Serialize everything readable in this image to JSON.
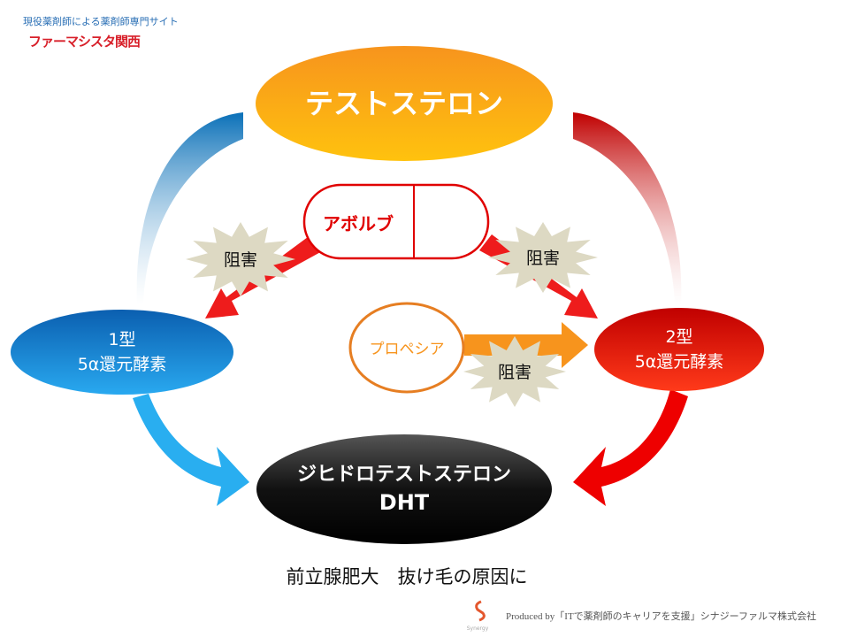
{
  "header": {
    "tagline": "現役薬剤師による薬剤師専門サイト",
    "logo": "ファーマシスタ関西"
  },
  "nodes": {
    "testosterone": "テストステロン",
    "avolve": "アボルブ",
    "type1_line1": "1型",
    "type1_line2": "5α還元酵素",
    "type2_line1": "2型",
    "type2_line2": "5α還元酵素",
    "propecia": "プロペシア",
    "dht_line1": "ジヒドロテストステロン",
    "dht_line2": "DHT"
  },
  "inhibit_labels": [
    "阻害",
    "阻害",
    "阻害"
  ],
  "caption": "前立腺肥大　抜け毛の原因に",
  "footer": {
    "text": "Produced by「ITで薬剤師のキャリアを支援」シナジーファルマ株式会社",
    "logo": "Synergy Pharma"
  },
  "colors": {
    "orange": "#f7941d",
    "red": "#e00000",
    "blue": "#0a78c8",
    "dark": "#1a1a1a"
  }
}
